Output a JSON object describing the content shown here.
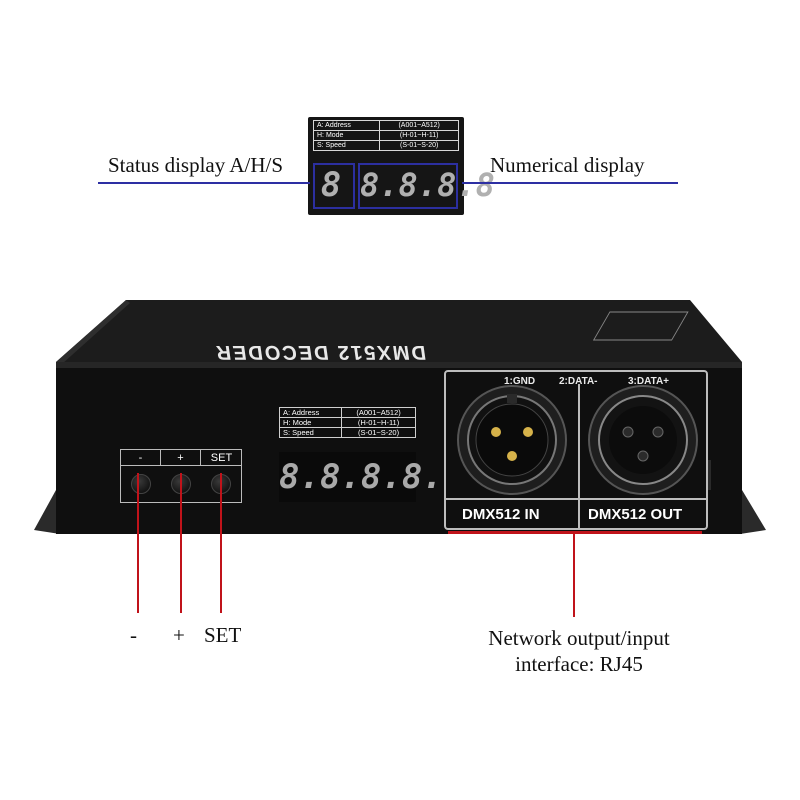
{
  "inset": {
    "rows": [
      {
        "label": "A: Address",
        "value": "(A001~A512)"
      },
      {
        "label": "H: Mode",
        "value": "(H-01~H-11)"
      },
      {
        "label": "S: Speed",
        "value": "(S-01~S-20)"
      }
    ],
    "status_digit": "8",
    "numeric_digits": "8.8.8.8"
  },
  "callouts": {
    "status_display": "Status display A/H/S",
    "numerical_display": "Numerical display",
    "network_line1": "Network output/input",
    "network_line2": "interface: RJ45",
    "minus": "-",
    "plus": "+",
    "set": "SET"
  },
  "device": {
    "top_label": "DMX512 DECODER",
    "controls": {
      "minus": "-",
      "plus": "+",
      "set": "SET"
    },
    "table_rows": [
      {
        "label": "A: Address",
        "value": "(A001~A512)"
      },
      {
        "label": "H: Mode",
        "value": "(H-01~H-11)"
      },
      {
        "label": "S: Speed",
        "value": "(S-01~S-20)"
      }
    ],
    "display_digits": "8.8.8.8.",
    "pins": {
      "gnd": "1:GND",
      "data_minus": "2:DATA-",
      "data_plus": "3:DATA+"
    },
    "ports": {
      "in": "DMX512 IN",
      "out": "DMX512 OUT"
    }
  },
  "colors": {
    "callout_line": "#2d2fa3",
    "red_line": "#c0131a",
    "device_body": "#111111"
  }
}
